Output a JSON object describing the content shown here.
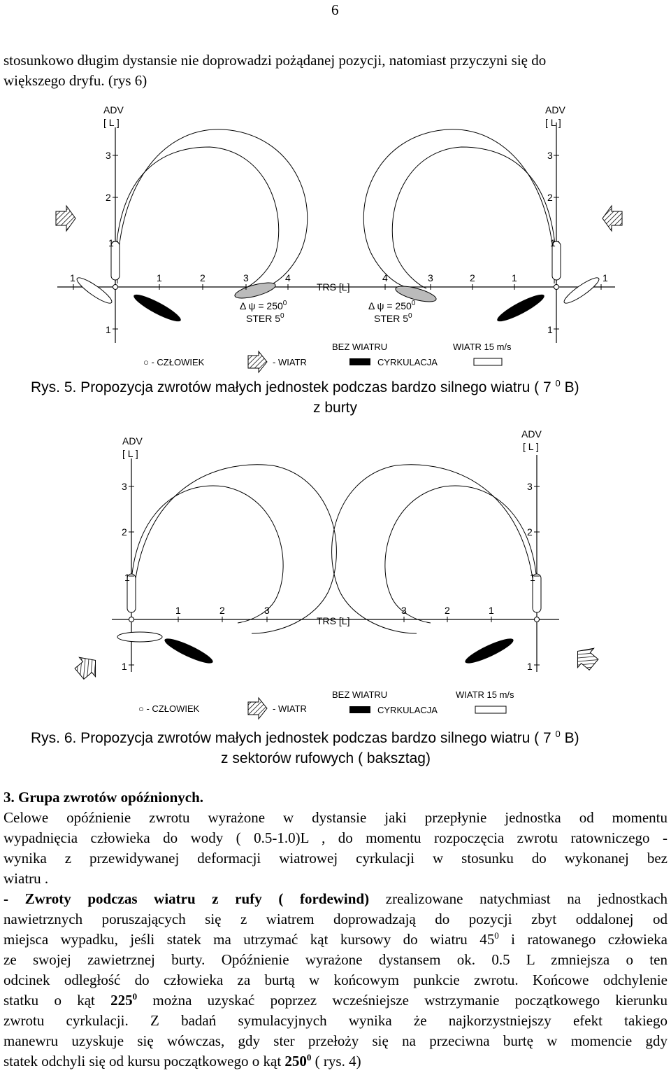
{
  "page_number": "6",
  "intro": {
    "line1": "stosunkowo długim dystansie nie doprowadzi  pożądanej pozycji, natomiast przyczyni się  do",
    "line2": "większego dryfu. (rys 6)"
  },
  "fig5": {
    "adv_label": "ADV",
    "adv_unit": "[ L ]",
    "y_ticks": [
      "3",
      "2",
      "1",
      "1"
    ],
    "x_ticks_left": [
      "1",
      "1",
      "2",
      "3",
      "4"
    ],
    "x_ticks_right": [
      "4",
      "3",
      "2",
      "1",
      "1"
    ],
    "trs_label": "TRS [L]",
    "delta_psi": "Δ ψ = 250",
    "delta_sup": "0",
    "ster": "STER 5",
    "ster_sup": "0",
    "caption_line1": "Rys. 5.  Propozycja  zwrotów małych jednostek podczas bardzo silnego wiatru ( 7 ",
    "caption_sup": "0",
    "caption_end": " B)",
    "caption_line2": "z burty"
  },
  "legend": {
    "czlowiek": "○ - CZŁOWIEK",
    "wiatr": "- WIATR",
    "bez_wiatru": "BEZ WIATRU",
    "wiatr15": "WIATR 15 m/s",
    "cyrkulacja": "CYRKULACJA"
  },
  "fig6": {
    "adv_label": "ADV",
    "adv_unit": "[ L ]",
    "x_ticks_left": [
      "1",
      "2",
      "3"
    ],
    "x_ticks_right": [
      "3",
      "2",
      "1"
    ],
    "trs_label": "TRS [L]",
    "caption_line1": "Rys. 6.  Propozycja  zwrotów małych jednostek podczas bardzo silnego wiatru ( 7 ",
    "caption_sup": "0",
    "caption_end": " B)",
    "caption_line2": "z sektorów rufowych  ( baksztag)"
  },
  "section": {
    "heading": "3. Grupa zwrotów opóźnionych.",
    "p1_l1": "Celowe opóźnienie zwrotu wyrażone w  dystansie jaki przepłynie jednostka od momentu",
    "p1_l2": "wypadnięcia człowieka do wody ( 0.5-1.0)L , do momentu rozpoczęcia zwrotu ratowniczego -",
    "p1_l3": "wynika z przewidywanej deformacji wiatrowej cyrkulacji  w stosunku do wykonanej bez",
    "p1_l4": "wiatru .",
    "p2_l1_bold": "- Zwroty podczas wiatru z rufy ( fordewind)",
    "p2_l1_rest": " zrealizowane natychmiast na jednostkach",
    "p2_l2": "nawietrznych poruszających się z wiatrem  doprowadzają  do pozycji zbyt oddalonej od",
    "p2_l3a": "miejsca wypadku, jeśli statek ma utrzymać kąt kursowy do wiatru 45",
    "p2_l3_sup": "0",
    "p2_l3b": " i ratowanego człowieka",
    "p2_l4": "ze swojej zawietrznej burty. Opóźnienie wyrażone dystansem ok. 0.5 L   zmniejsza o ten",
    "p2_l5": "odcinek odległość do człowieka za burtą w końcowym punkcie zwrotu. Końcowe odchylenie",
    "p2_l6a": "statku o kąt ",
    "p2_l6_bold": "225",
    "p2_l6_sup": "0",
    "p2_l6b": " można uzyskać poprzez wcześniejsze wstrzymanie początkowego kierunku",
    "p2_l7": "zwrotu cyrkulacji. Z badań symulacyjnych wynika że najkorzystniejszy efekt takiego",
    "p2_l8": "manewru uzyskuje się wówczas, gdy ster przełoży się na przeciwna burtę w momencie gdy",
    "p2_l9a": "statek odchyli się od kursu początkowego o kąt  ",
    "p2_l9_bold": "250",
    "p2_l9_sup": "0",
    "p2_l9b": "  ( rys. 4)"
  }
}
